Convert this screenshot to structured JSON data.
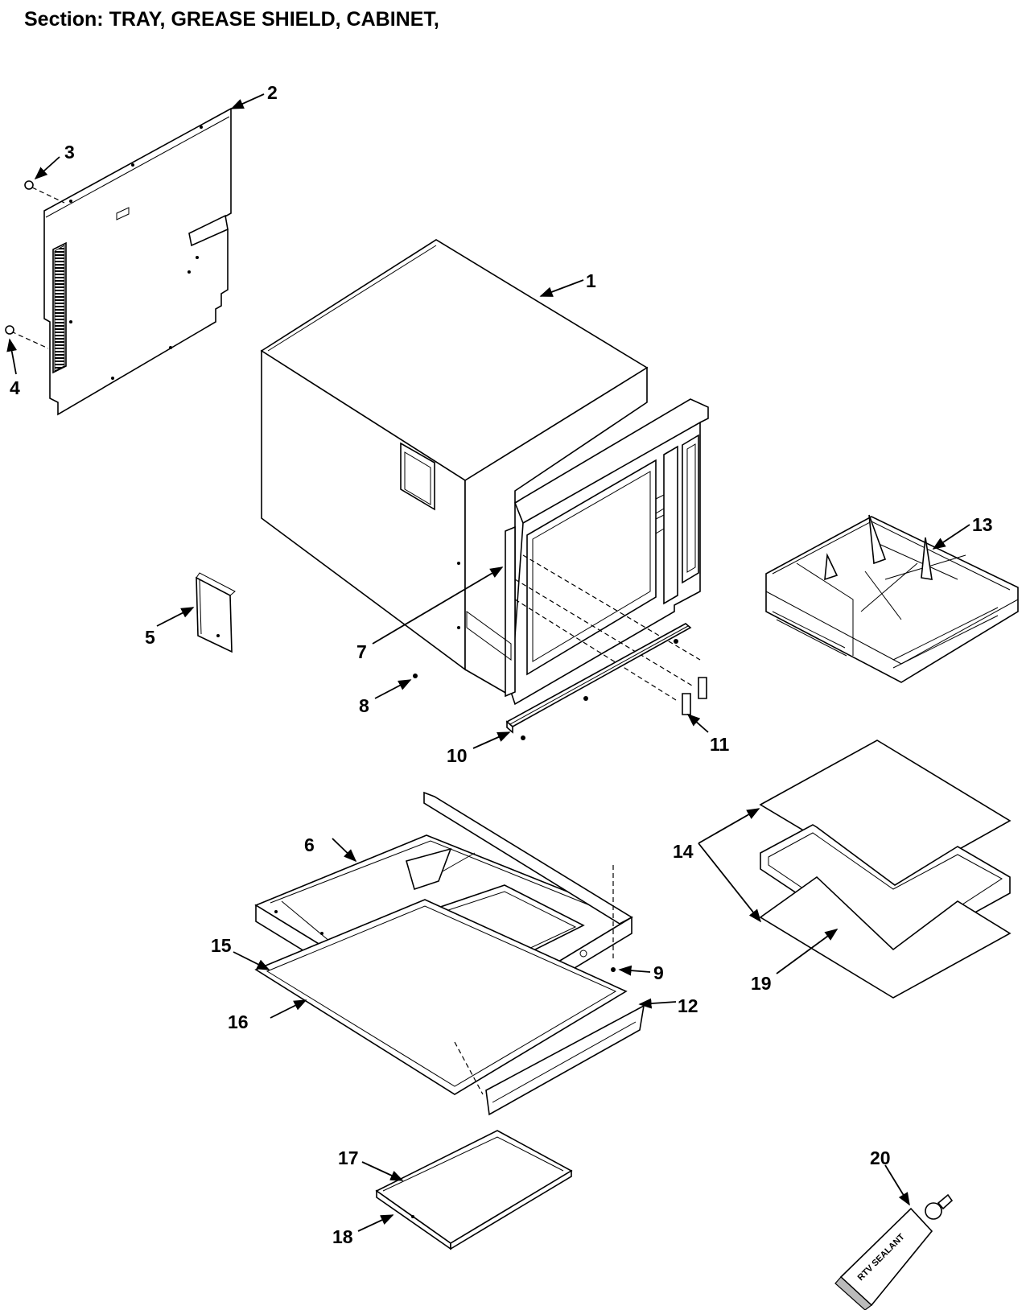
{
  "header": {
    "title": "Section:  TRAY, GREASE SHIELD, CABINET,"
  },
  "callouts": [
    "1",
    "2",
    "3",
    "4",
    "5",
    "6",
    "7",
    "8",
    "9",
    "10",
    "11",
    "12",
    "13",
    "14",
    "15",
    "16",
    "17",
    "18",
    "19",
    "20"
  ],
  "tube_text": "RTV SEALANT"
}
